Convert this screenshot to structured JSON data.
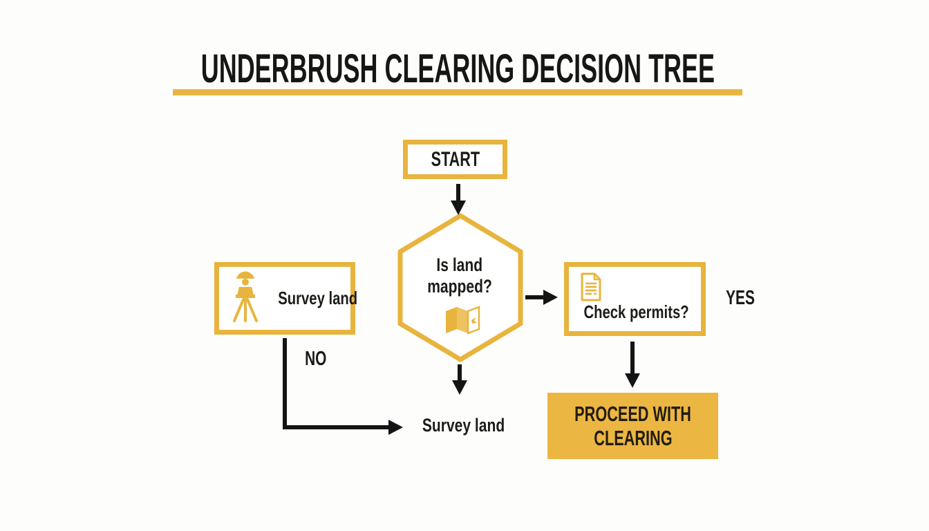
{
  "title": "UNDERBRUSH CLEARING DECISION TREE",
  "colors": {
    "accent": "#E8B43D",
    "underline": "#E9B541",
    "proceed_fill": "#ECB643",
    "ink": "#1D1C18",
    "arrow": "#141414",
    "background": "#FDFDFC"
  },
  "flowchart": {
    "start": {
      "label": "START"
    },
    "decision": {
      "line1": "Is land",
      "line2": "mapped?",
      "icon": "map-icon"
    },
    "survey_node": {
      "label": "Survey land",
      "icon": "surveyor-icon"
    },
    "check_node": {
      "label": "Check permits?",
      "icon": "document-icon"
    },
    "proceed_node": {
      "line1": "PROCEED WITH",
      "line2": "CLEARING"
    },
    "survey_step": {
      "label": "Survey land"
    },
    "edge_labels": {
      "yes": "YES",
      "no": "NO"
    }
  }
}
